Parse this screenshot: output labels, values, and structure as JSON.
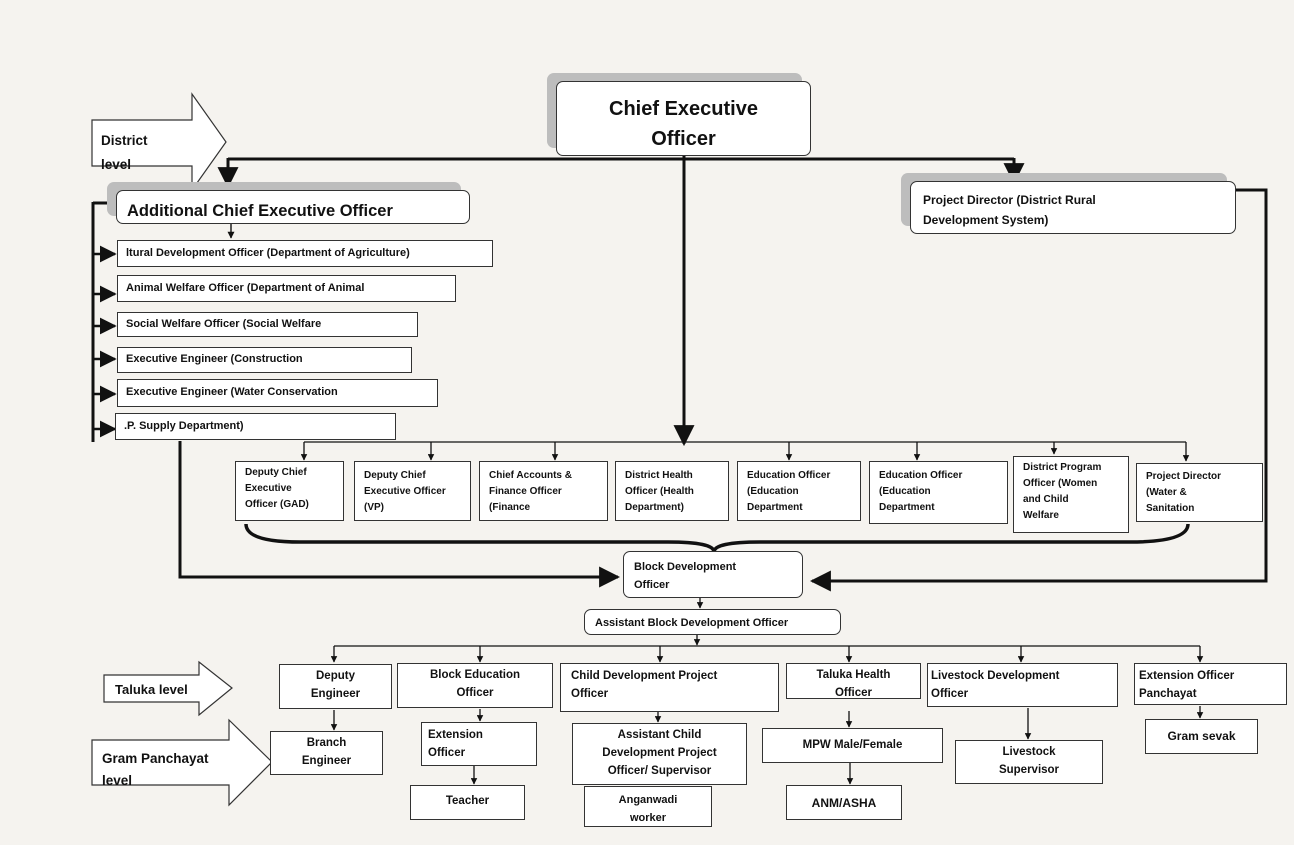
{
  "levels": {
    "district": "District\nlevel",
    "taluka": "Taluka level",
    "gram_panchayat": "Gram Panchayat\nlevel"
  },
  "nodes": {
    "ceo": "Chief Executive\nOfficer",
    "aceo": "Additional Chief Executive Officer",
    "project_director_drds": "Project Director (District Rural\nDevelopment System)",
    "district_departments": [
      "ltural Development Officer (Department of Agriculture)",
      "Animal Welfare Officer (Department of Animal",
      "Social Welfare Officer (Social Welfare",
      "Executive Engineer (Construction",
      "Executive Engineer (Water Conservation",
      ".P. Supply Department)"
    ],
    "ceo_subordinates": [
      "Deputy Chief\nExecutive\nOfficer (GAD)",
      "Deputy Chief\nExecutive Officer\n(VP)",
      "Chief Accounts &\nFinance Officer\n(Finance",
      "District Health\nOfficer (Health\nDepartment)",
      "Education Officer\n(Education\nDepartment",
      "Education Officer\n(Education\nDepartment",
      "District Program\nOfficer (Women\nand Child\nWelfare",
      "Project Director\n(Water &\nSanitation"
    ],
    "bdo": "Block Development\nOfficer",
    "abdo": "Assistant Block Development Officer",
    "taluka_officers": [
      "Deputy\nEngineer",
      "Block Education\nOfficer",
      "Child Development Project\nOfficer",
      "Taluka Health\nOfficer",
      "Livestock Development\nOfficer",
      "Extension Officer\nPanchayat"
    ],
    "gram_staff": {
      "branch_engineer": "Branch\nEngineer",
      "extension_officer": "Extension\nOfficer",
      "teacher": "Teacher",
      "acdpo": "Assistant Child\nDevelopment Project\nOfficer/ Supervisor",
      "anganwadi": "Anganwadi\nworker",
      "mpw": "MPW Male/Female",
      "anm_asha": "ANM/ASHA",
      "livestock_supervisor": "Livestock\nSupervisor",
      "gram_sevak": "Gram sevak"
    }
  },
  "colors": {
    "background": "#f5f3ef",
    "box_fill": "#ffffff",
    "line": "#111111",
    "shadow": "#bdbdbd"
  }
}
